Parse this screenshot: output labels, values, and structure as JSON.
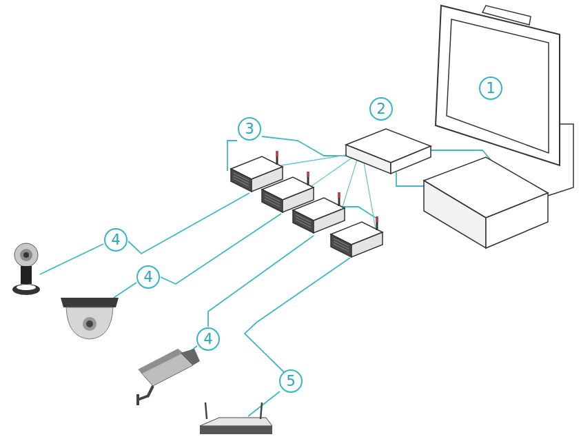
{
  "diagram": {
    "labels": [
      "1",
      "2",
      "3",
      "4",
      "4",
      "4",
      "5"
    ]
  }
}
